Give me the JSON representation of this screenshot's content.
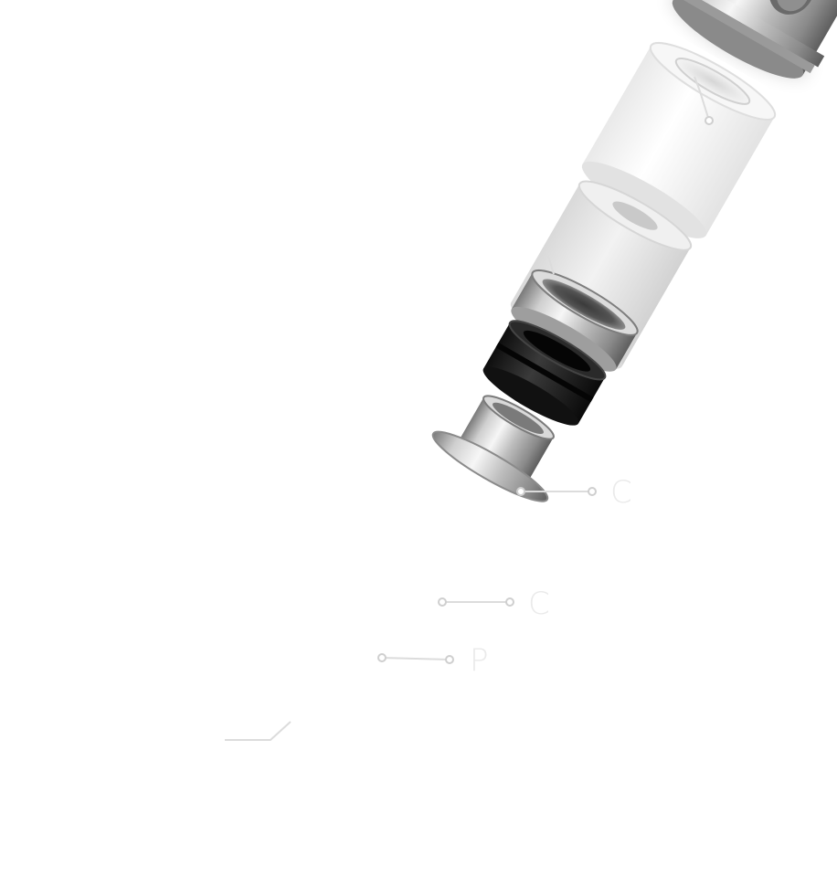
{
  "diagram": {
    "callouts": [
      {
        "id": "cap",
        "text": ""
      },
      {
        "id": "ceramic-sleeve",
        "text": ""
      },
      {
        "id": "cotton",
        "text": "C"
      },
      {
        "id": "ring",
        "text": "C"
      },
      {
        "id": "seal",
        "text": "P"
      },
      {
        "id": "base",
        "text": ""
      }
    ]
  },
  "colors": {
    "steel_light": "#f2f2f2",
    "steel_mid": "#b9b9b9",
    "steel_dark": "#6e6e6e",
    "ceramic": "#fafafa",
    "cotton": "#ececec",
    "rubber": "#1c1c1c",
    "leader_line": "#dcdcdc"
  }
}
